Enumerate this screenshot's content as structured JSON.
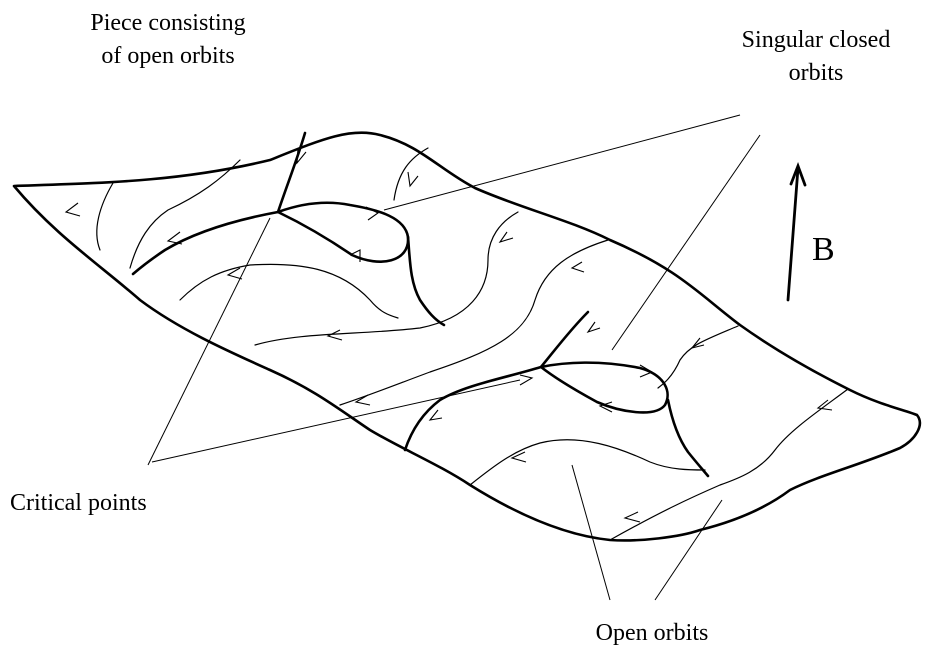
{
  "labels": {
    "piece_line1": "Piece consisting",
    "piece_line2": "of open orbits",
    "singular_line1": "Singular closed",
    "singular_line2": "orbits",
    "critical_points": "Critical points",
    "open_orbits": "Open orbits",
    "field": "B"
  },
  "colors": {
    "ink": "#000000",
    "background": "#ffffff"
  }
}
